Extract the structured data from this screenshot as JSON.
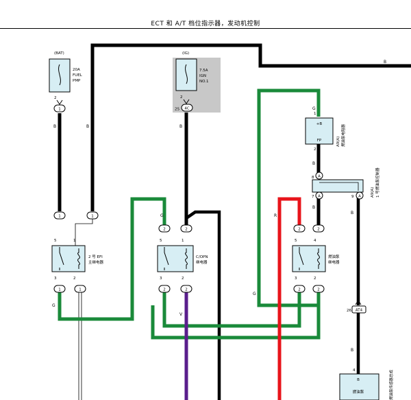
{
  "header": {
    "title": "ECT 和 A/T 档位指示器，发动机控制"
  },
  "fuses": [
    {
      "source": "(BAT)",
      "rating": "20A",
      "name_line1": "FUEL",
      "name_line2": "PMP",
      "pin": "2",
      "connector": "1"
    },
    {
      "source": "(IG)",
      "rating": "7.5A",
      "name_line1": "IGN",
      "name_line2": "NO.1",
      "pin": "2",
      "connector_prefix": "2S",
      "connector": "4C"
    }
  ],
  "relays": [
    {
      "name_line1": "2 号 EFI",
      "name_line2": "主继电器",
      "pins": [
        "5",
        "1",
        "3",
        "2"
      ],
      "top_conn": [
        "1",
        "1"
      ],
      "bottom_conn": [
        "1",
        "1"
      ]
    },
    {
      "name_line1": "C/OPN",
      "name_line2": "继电器",
      "pins": [
        "5",
        "1",
        "3",
        "2"
      ],
      "top_conn": [
        "2",
        "2"
      ],
      "bottom_conn": [
        "2",
        "2"
      ]
    },
    {
      "name_line1": "燃油泵",
      "name_line2": "继电器",
      "pins": [
        "5",
        "4",
        "3",
        "2"
      ],
      "top_conn": [
        "2",
        "2"
      ],
      "bottom_conn": [
        "2",
        "2"
      ]
    }
  ],
  "fp_unit": {
    "terminal_top": "+B",
    "terminal_bottom": "FP",
    "pin_top": "1",
    "pin_bottom": "2",
    "label1": "A9(A)",
    "label2": "燃油泵电阻器"
  },
  "ecu_unit": {
    "label1": "A9(A)",
    "label2": "1 号燃油泵控制器",
    "pins": [
      "8",
      "7",
      "9"
    ],
    "conn": [
      "A",
      "A",
      "A"
    ]
  },
  "bottom_unit": {
    "terminal": "B",
    "pin": "4",
    "connector_pin": "26",
    "connector": "AT4",
    "name": "燃油泵",
    "side_label": "燃油泵传感器总成"
  },
  "wire_codes": {
    "b": "B",
    "g": "G",
    "v": "V",
    "r": "R"
  }
}
